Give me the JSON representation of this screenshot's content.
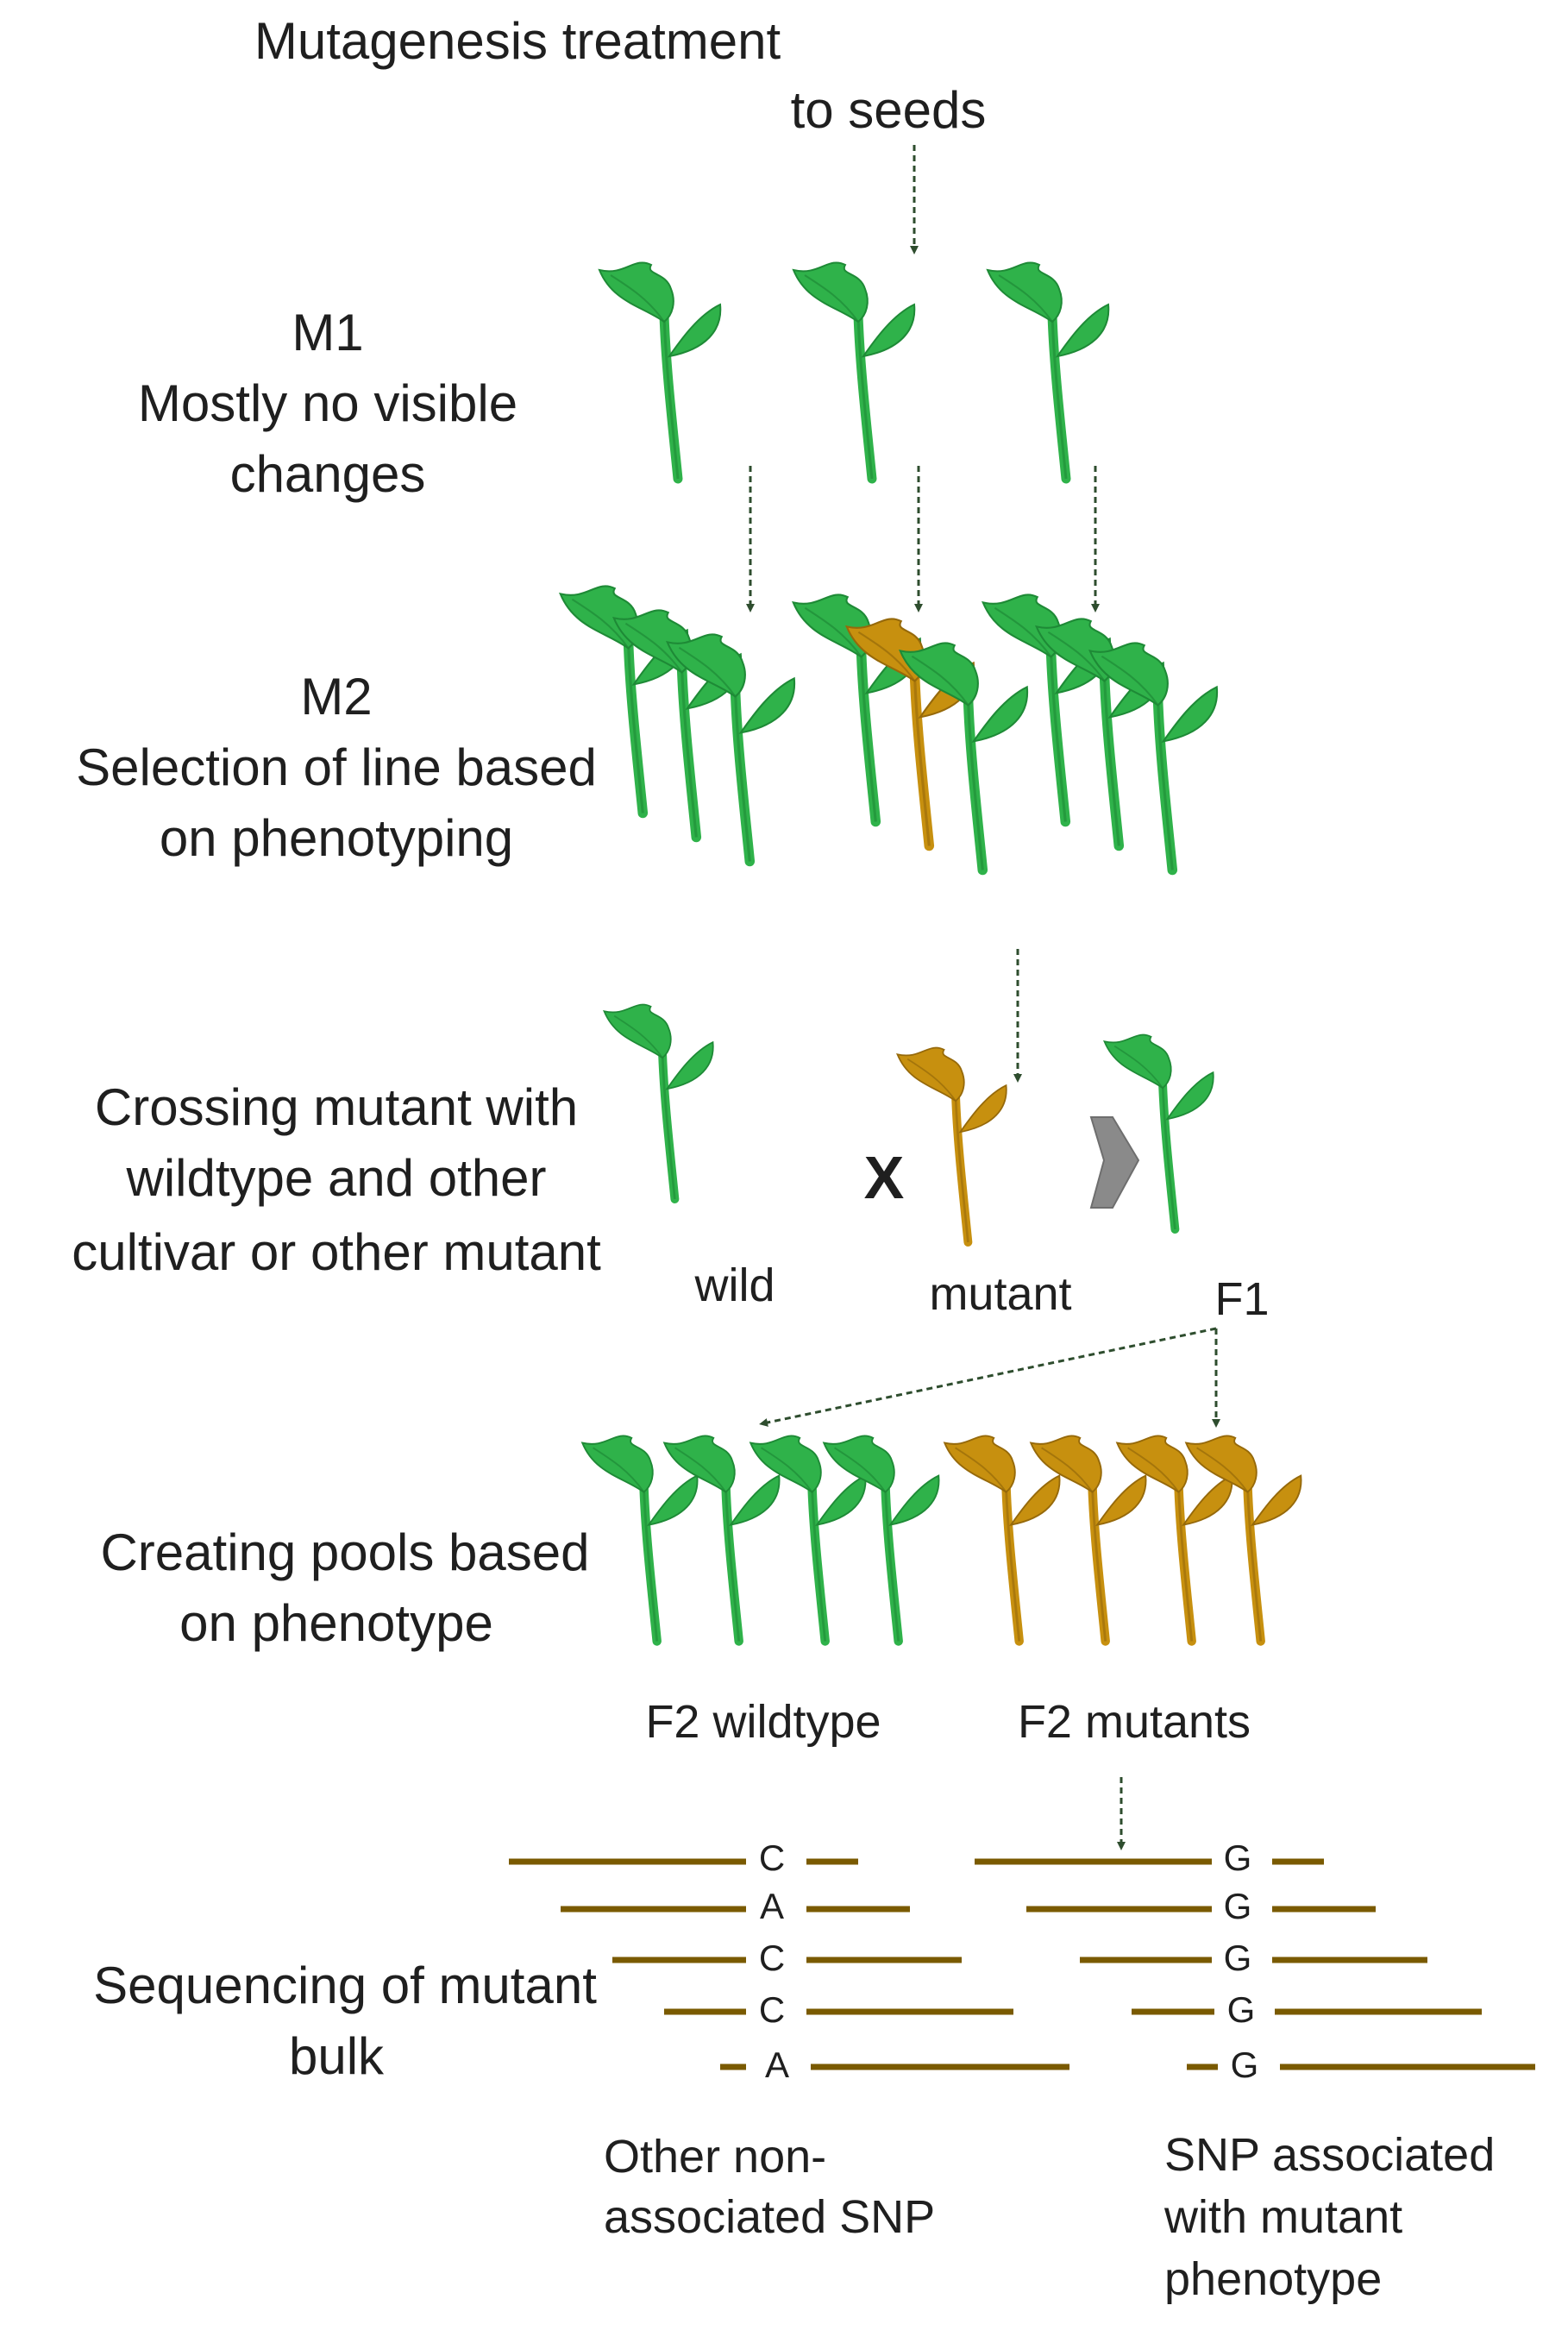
{
  "top_label": [
    "Mutagenesis treatment",
    "to seeds"
  ],
  "stages": {
    "m1": [
      "M1",
      "Mostly no visible",
      "changes"
    ],
    "m2": [
      "M2",
      "Selection of line based",
      "on phenotyping"
    ],
    "crossing": [
      "Crossing mutant with",
      "wildtype and other",
      "cultivar or other mutant"
    ],
    "pools": [
      "Creating pools based",
      "on phenotype"
    ],
    "sequencing": [
      "Sequencing of mutant",
      "bulk"
    ]
  },
  "cross_symbol": "X",
  "cross_labels": {
    "wild": "wild",
    "mutant": "mutant",
    "f1": "F1"
  },
  "pool_labels": {
    "wildtype": "F2 wildtype",
    "mutants": "F2 mutants"
  },
  "snp_other": {
    "bases": [
      "C",
      "A",
      "C",
      "C",
      "A"
    ],
    "caption": [
      "Other non-",
      "associated SNP"
    ]
  },
  "snp_assoc": {
    "bases": [
      "G",
      "G",
      "G",
      "G",
      "G"
    ],
    "caption": [
      "SNP associated",
      "with mutant",
      "phenotype"
    ]
  },
  "colors": {
    "wild_plant": "#2fb24a",
    "wild_plant_dark": "#1e8a36",
    "mutant_plant": "#c7900f",
    "mutant_plant_dark": "#96690a",
    "read_line": "#7a5a00",
    "arrow": "#2e4d2e",
    "big_arrow": "#8a8a8a",
    "text": "#1f1f1f"
  }
}
